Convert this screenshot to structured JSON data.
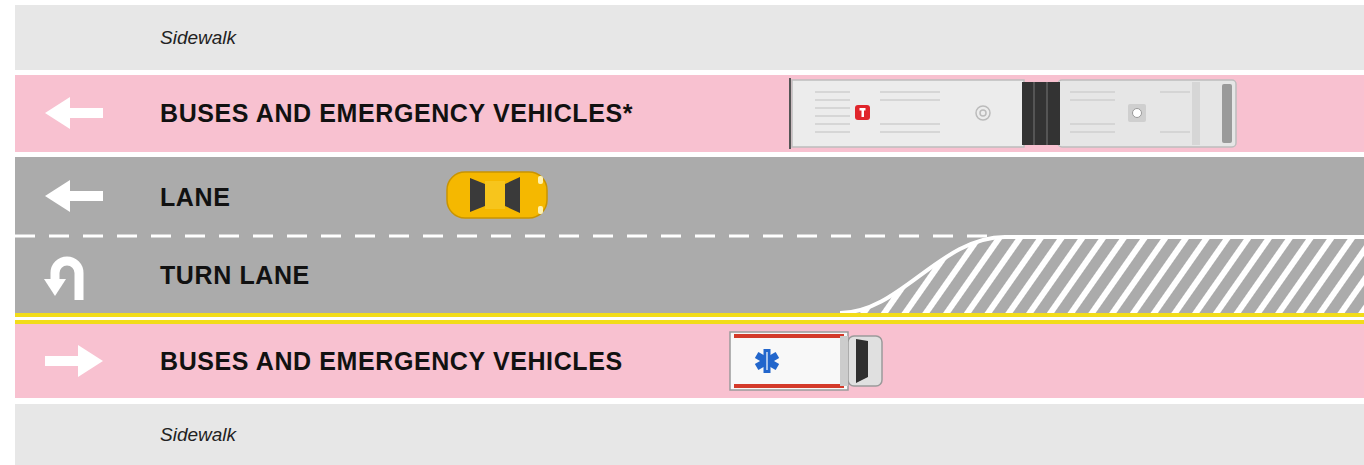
{
  "diagram": {
    "nodes": [
      {
        "text": [
          "Sidewalk"
        ]
      },
      {
        "text": [
          "BUSES AND EMERGENCY VEHICLES*"
        ]
      },
      {
        "text": [
          "LANE"
        ]
      },
      {
        "text": [
          "TURN LANE"
        ]
      },
      {
        "text": [
          "BUSES AND EMERGENCY VEHICLES"
        ]
      },
      {
        "text": [
          "Sidewalk"
        ]
      }
    ]
  }
}
